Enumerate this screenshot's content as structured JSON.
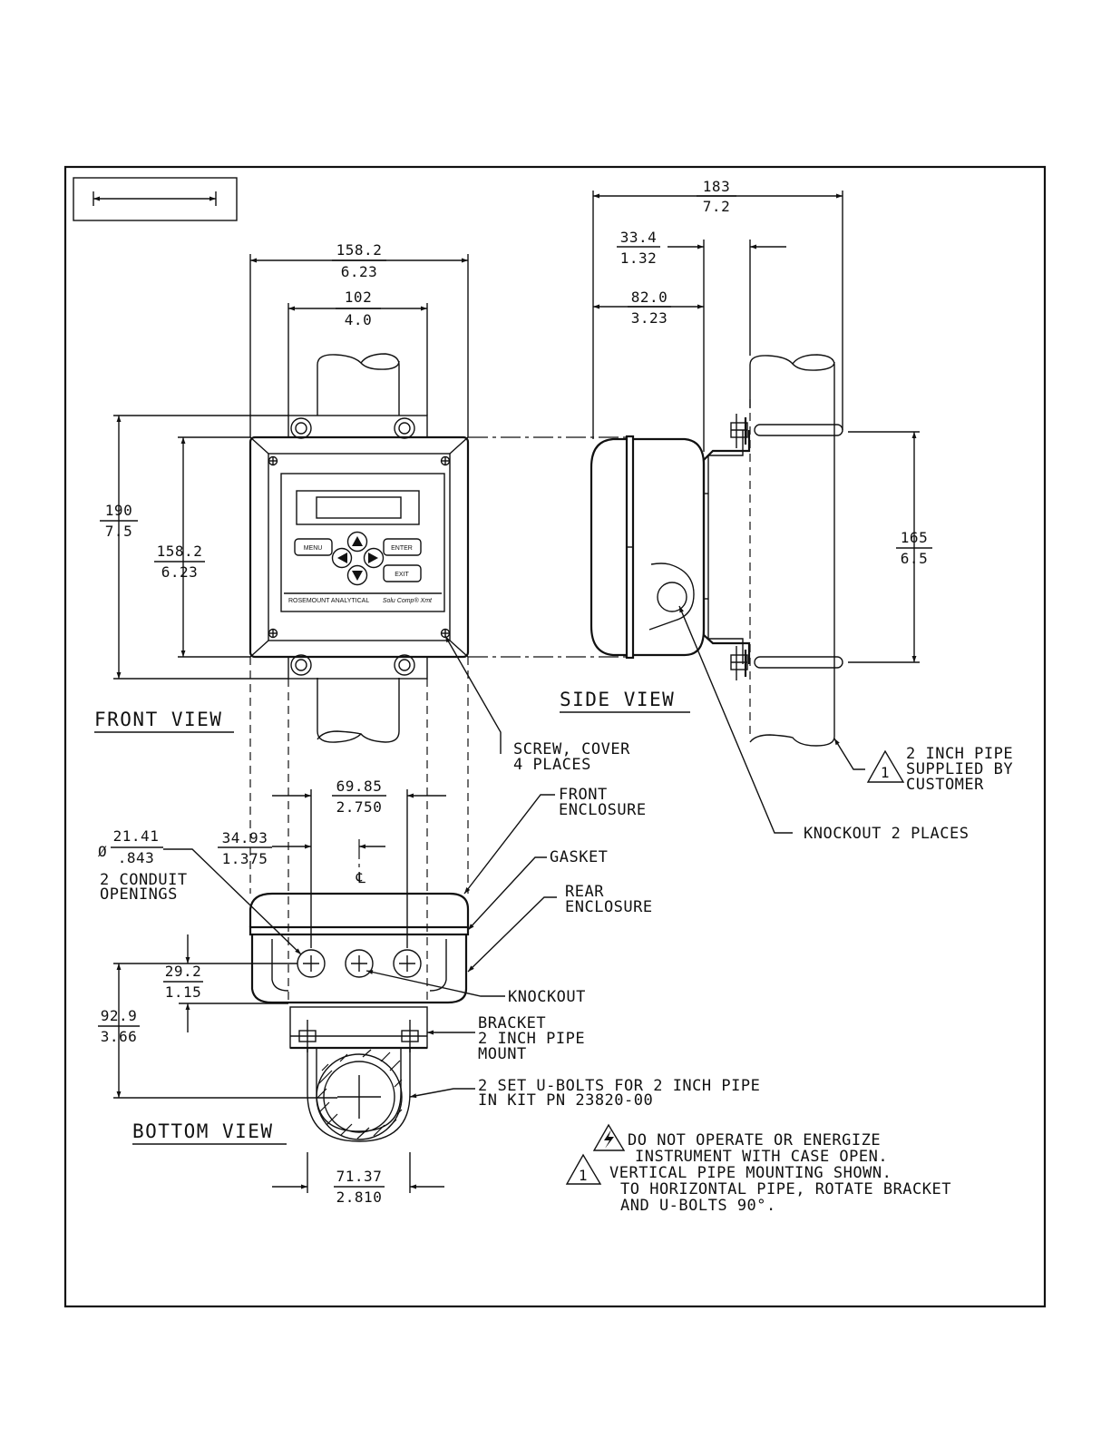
{
  "views": {
    "front": "FRONT VIEW",
    "side": "SIDE VIEW",
    "bottom": "BOTTOM VIEW"
  },
  "dimensions": {
    "front_width": [
      "158.2",
      "6.23"
    ],
    "front_bracket_width": [
      "102",
      "4.0"
    ],
    "front_height_total": [
      "190",
      "7.5"
    ],
    "front_height_enclosure": [
      "158.2",
      "6.23"
    ],
    "side_depth_total": [
      "183",
      "7.2"
    ],
    "side_pipe_gap": [
      "33.4",
      "1.32"
    ],
    "side_enclosure_depth": [
      "82.0",
      "3.23"
    ],
    "side_ubolt_spacing": [
      "165",
      "6.5"
    ],
    "bottom_conduit_spacing": [
      "69.85",
      "2.750"
    ],
    "bottom_conduit_offset": [
      "34.93",
      "1.375"
    ],
    "bottom_conduit_dia": [
      "21.41",
      ".843"
    ],
    "bottom_conduit_dia_symbol": "Ø",
    "bottom_conduit_height": [
      "29.2",
      "1.15"
    ],
    "bottom_depth_total": [
      "92.9",
      "3.66"
    ],
    "bottom_ubolt_width": [
      "71.37",
      "2.810"
    ]
  },
  "callouts": {
    "conduit_openings": [
      "2 CONDUIT",
      "OPENINGS"
    ],
    "screw_cover": [
      "SCREW, COVER",
      "4 PLACES"
    ],
    "front_enclosure": [
      "FRONT",
      "ENCLOSURE"
    ],
    "gasket": "GASKET",
    "rear_enclosure": [
      "REAR",
      "ENCLOSURE"
    ],
    "knockout": "KNOCKOUT",
    "bracket": [
      "BRACKET",
      "2 INCH PIPE",
      "MOUNT"
    ],
    "ubolts": [
      "2 SET U-BOLTS FOR 2 INCH PIPE",
      "IN KIT PN 23820-00"
    ],
    "pipe": [
      "2 INCH PIPE",
      "SUPPLIED BY",
      "CUSTOMER"
    ],
    "knockout_side": "KNOCKOUT 2 PLACES",
    "centerline": "℄",
    "note_marker": "1"
  },
  "notes": {
    "warning": [
      "DO NOT OPERATE OR ENERGIZE",
      "INSTRUMENT WITH CASE OPEN."
    ],
    "note1": [
      "VERTICAL PIPE MOUNTING SHOWN.",
      "TO HORIZONTAL PIPE, ROTATE BRACKET",
      "AND U-BOLTS 90°."
    ]
  },
  "keypad": {
    "menu": "MENU",
    "enter": "ENTER",
    "exit": "EXIT",
    "brand": "ROSEMOUNT ANALYTICAL",
    "model": "Solu Comp® Xmt"
  },
  "icons": [
    "scale-arrow-icon",
    "electrical-warning-icon",
    "note-triangle-icon",
    "up-arrow-key-icon",
    "down-arrow-key-icon",
    "left-arrow-key-icon",
    "right-arrow-key-icon"
  ]
}
